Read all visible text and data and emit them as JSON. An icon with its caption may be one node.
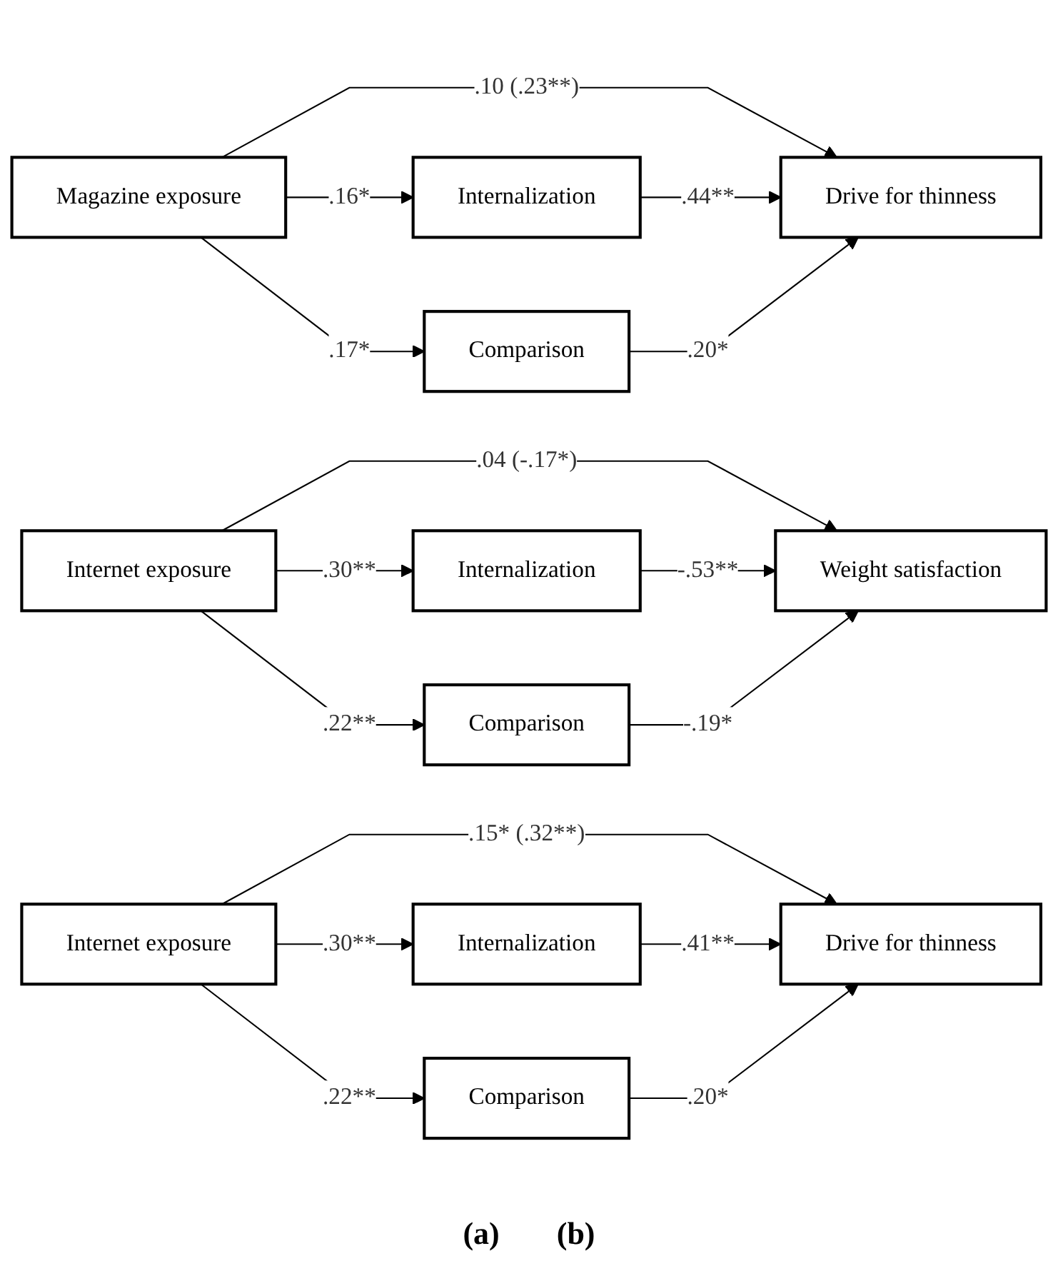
{
  "diagram": {
    "nodes": [
      {
        "text": [
          "Internalization"
        ]
      },
      {
        "text": [
          "Magazine exposure"
        ]
      },
      {
        "text": [
          "Drive for thinness"
        ]
      },
      {
        "text": [
          "Comparison"
        ]
      },
      {
        "text": [
          "Internalization"
        ]
      },
      {
        "text": [
          "Internet exposure"
        ]
      },
      {
        "text": [
          "Weight satisfaction"
        ]
      },
      {
        "text": [
          "Comparison"
        ]
      },
      {
        "text": [
          "Internalization"
        ]
      },
      {
        "text": [
          "Internet exposure"
        ]
      },
      {
        "text": [
          "Drive for thinness"
        ]
      },
      {
        "text": [
          "Comparison"
        ]
      }
    ],
    "edges": [
      {
        "from": 1,
        "to": 0,
        "label": ".16*",
        "arrow": "to"
      },
      {
        "from": 1,
        "to": 2,
        "label": ".10 (.23**)",
        "arrow": "to"
      },
      {
        "from": 1,
        "to": 3,
        "label": ".17*",
        "arrow": "to"
      },
      {
        "from": 0,
        "to": 2,
        "label": ".44**",
        "arrow": "to"
      },
      {
        "from": 3,
        "to": 2,
        "label": ".20*",
        "arrow": "to"
      },
      {
        "from": 5,
        "to": 4,
        "label": ".30**",
        "arrow": "to"
      },
      {
        "from": 5,
        "to": 6,
        "label": ".04 (-.17*)",
        "arrow": "to"
      },
      {
        "from": 5,
        "to": 7,
        "label": ".22**",
        "arrow": "to"
      },
      {
        "from": 4,
        "to": 6,
        "label": "-.53**",
        "arrow": "to"
      },
      {
        "from": 7,
        "to": 6,
        "label": "-.19*",
        "arrow": "to"
      },
      {
        "from": 9,
        "to": 8,
        "label": ".30**",
        "arrow": "to"
      },
      {
        "from": 9,
        "to": 10,
        "label": ".15* (.32**)",
        "arrow": "to"
      },
      {
        "from": 9,
        "to": 11,
        "label": ".22**",
        "arrow": "to"
      },
      {
        "from": 8,
        "to": 10,
        "label": ".41**",
        "arrow": "to"
      },
      {
        "from": 11,
        "to": 10,
        "label": ".20*",
        "arrow": "to"
      }
    ],
    "labels": [
      "(a)",
      "(b)"
    ]
  }
}
